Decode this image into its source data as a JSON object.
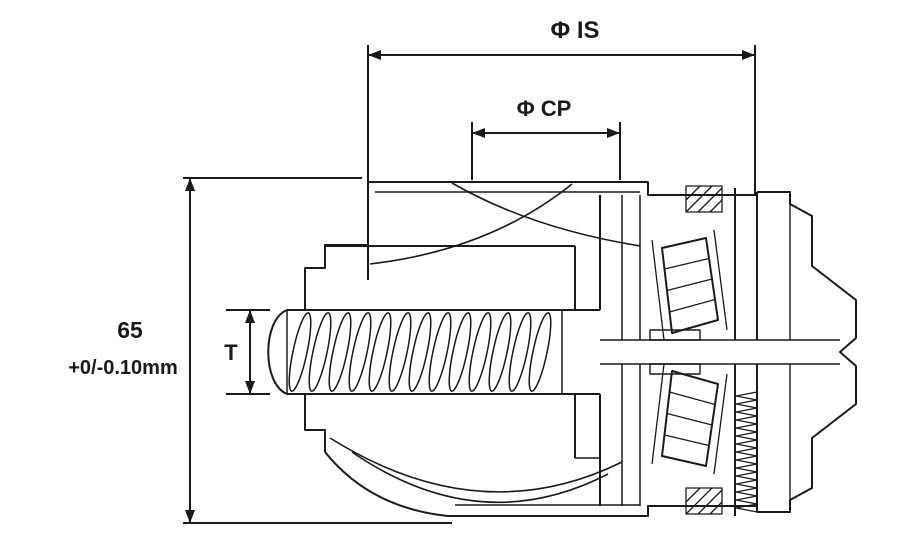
{
  "dimensions": {
    "is": {
      "label": "Φ IS"
    },
    "cp": {
      "label": "Φ CP"
    },
    "height": {
      "value": "65",
      "tolerance": "+0/-0.10mm"
    },
    "t": {
      "label": "T"
    }
  },
  "colors": {
    "line": "#1a1a1a",
    "background": "#ffffff"
  }
}
